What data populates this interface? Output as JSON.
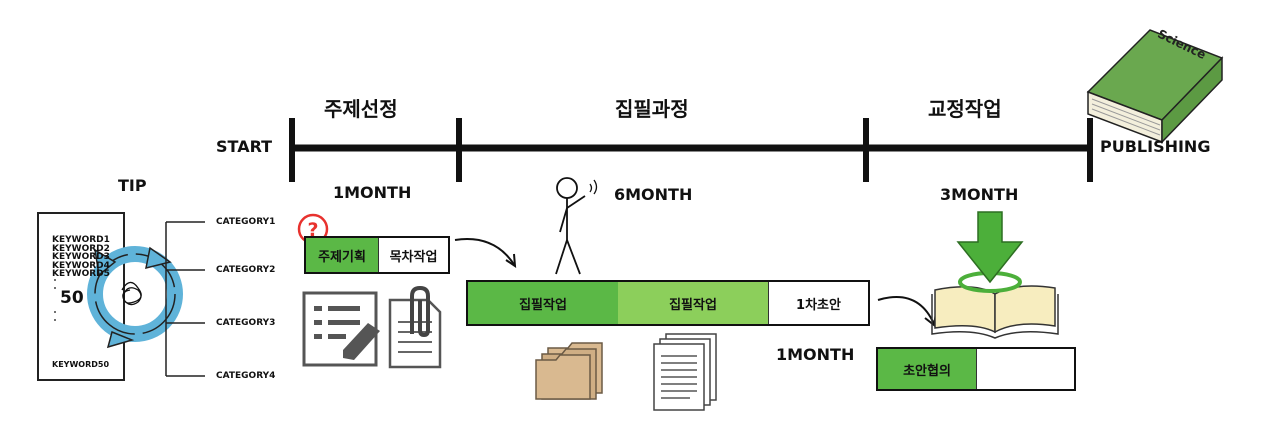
{
  "timeline": {
    "start": "START",
    "end": "PUBLISHING",
    "phases": [
      {
        "title": "주제선정",
        "duration": "1MONTH"
      },
      {
        "title": "집필과정",
        "duration": "6MONTH"
      },
      {
        "title": "교정작업",
        "duration": "3MONTH"
      }
    ]
  },
  "tip": {
    "title": "TIP",
    "keywords": [
      "KEYWORD1",
      "KEYWORD2",
      "KEYWORD3",
      "KEYWORD4",
      "KEYWORD5"
    ],
    "count": "50",
    "last_keyword": "KEYWORD50",
    "categories": [
      "CATEGORY1",
      "CATEGORY2",
      "CATEGORY3",
      "CATEGORY4"
    ]
  },
  "phase1_tasks": {
    "a": "주제기획",
    "b": "목차작업"
  },
  "phase2_tasks": {
    "a": "집필작업",
    "b": "집필작업",
    "c": "1차초안",
    "extra_duration": "1MONTH"
  },
  "phase3_tasks": {
    "a": "초안협의"
  },
  "book_cover": "Science",
  "colors": {
    "green_dark": "#5bb846",
    "green_light": "#8ccf5b",
    "cycle_blue": "#5fb3d9",
    "arrow_green": "#4caf3a",
    "question_red": "#e8322e",
    "book_green": "#6aa84f"
  }
}
